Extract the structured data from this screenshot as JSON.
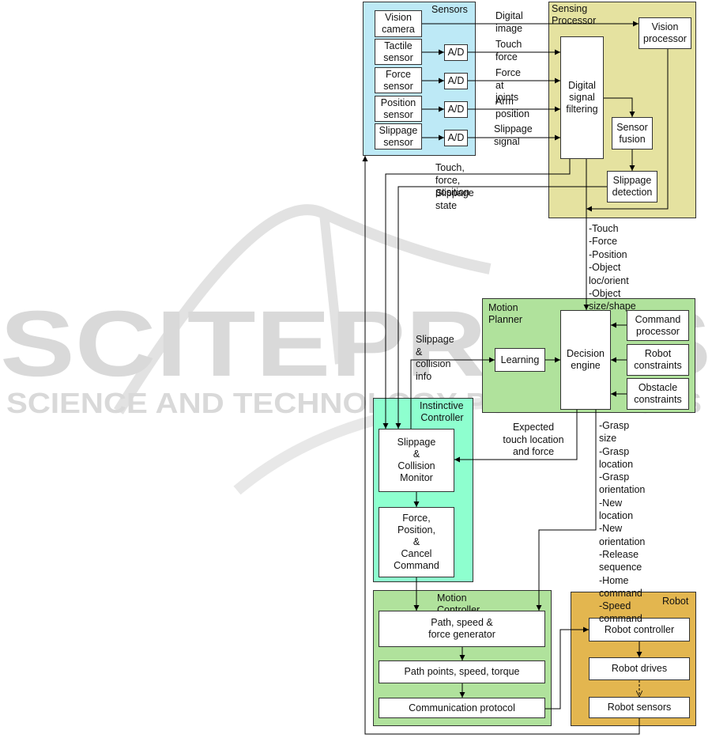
{
  "watermark": {
    "big": "SCITEPRESS",
    "small": "SCIENCE AND TECHNOLOGY PUBLICATIONS"
  },
  "colors": {
    "sensors": "#bde9f6",
    "sensing_processor": "#e5e2a0",
    "motion_planner": "#b0e29c",
    "instinctive_controller": "#8effcf",
    "motion_controller": "#b0e29c",
    "robot": "#e3b64f",
    "line": "#000000",
    "watermark": "#d9d9d9"
  },
  "groups": {
    "sensors": "Sensors",
    "sensing_processor": "Sensing Processor",
    "motion_planner": "Motion\nPlanner",
    "instinctive_controller": "Instinctive\nController",
    "motion_controller": "Motion Controller",
    "robot": "Robot"
  },
  "blocks": {
    "vision_camera": "Vision\ncamera",
    "tactile_sensor": "Tactile\nsensor",
    "force_sensor": "Force\nsensor",
    "position_sensor": "Position\nsensor",
    "slippage_sensor": "Slippage\nsensor",
    "ad": "A/D",
    "vision_processor": "Vision\nprocessor",
    "digital_signal_filtering": "Digital\nsignal\nfiltering",
    "sensor_fusion": "Sensor\nfusion",
    "slippage_detection": "Slippage\ndetection",
    "learning": "Learning",
    "decision_engine": "Decision\nengine",
    "command_processor": "Command\nprocessor",
    "robot_constraints": "Robot\nconstraints",
    "obstacle_constraints": "Obstacle\nconstraints",
    "slippage_collision_monitor": "Slippage\n&\nCollision\nMonitor",
    "force_position_cancel": "Force,\nPosition,\n&\nCancel\nCommand",
    "path_speed_force_generator": "Path, speed &\nforce generator",
    "path_points": "Path points, speed, torque",
    "communication_protocol": "Communication protocol",
    "robot_controller": "Robot controller",
    "robot_drives": "Robot drives",
    "robot_sensors": "Robot sensors"
  },
  "labels": {
    "digital_image": "Digital\nimage",
    "touch_force": "Touch\nforce",
    "force_at_joints": "Force\nat joints",
    "arm_position": "Arm\nposition",
    "slippage_signal": "Slippage\nsignal",
    "touch_force_position": "Touch, force, position",
    "slippage_state": "Slippage state",
    "sensing_outputs": "-Touch\n-Force\n-Position\n-Object loc/orient\n-Object size/shape",
    "slippage_collision_info": "Slippage &\ncollision info",
    "expected_touch": "Expected\ntouch location\nand force",
    "planner_outputs": "-Grasp size\n-Grasp location\n-Grasp orientation\n-New location\n-New orientation\n-Release sequence\n-Home command\n-Speed command"
  }
}
